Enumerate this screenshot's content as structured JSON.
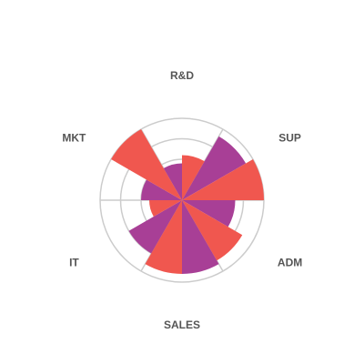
{
  "colors": {
    "accent_red": "#f0574f",
    "accent_purple": "#a83f96",
    "grid": "#cccccc",
    "label": "#555555"
  },
  "chart_data": {
    "type": "polar-bar",
    "max": 100,
    "grid_levels": [
      25,
      50,
      75,
      100
    ],
    "categories": [
      "R&D",
      "SUP",
      "ADM",
      "SALES",
      "IT",
      "MKT"
    ],
    "series": [
      {
        "values": [
          45,
          90,
          65,
          90,
          75,
          50
        ],
        "color": "#a83f96"
      },
      {
        "values": [
          55,
          100,
          85,
          90,
          40,
          100
        ],
        "color": "#f0574f"
      }
    ]
  }
}
